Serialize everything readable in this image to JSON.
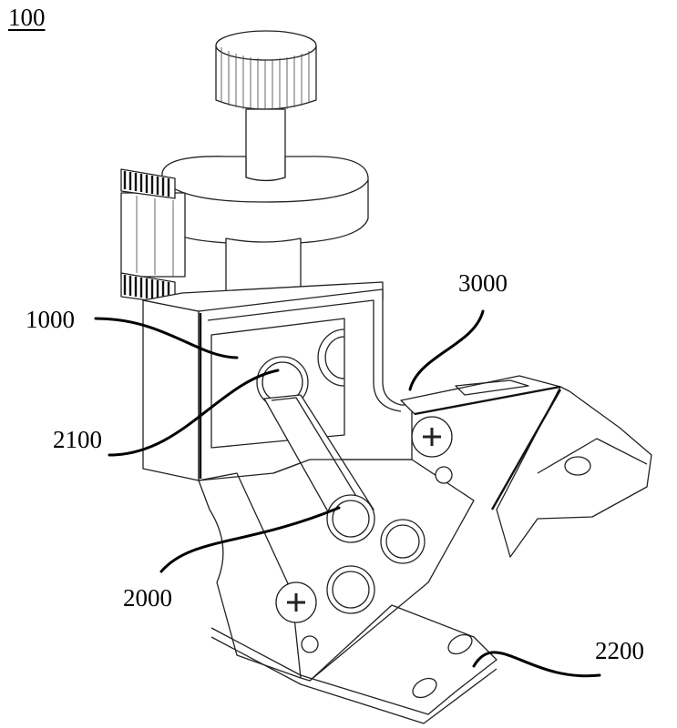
{
  "figure": {
    "number": "100",
    "type": "isometric line drawing of adjustment mechanism assembly"
  },
  "reference_labels": [
    {
      "id": "1000",
      "text": "1000",
      "target": "housing-block"
    },
    {
      "id": "2100",
      "text": "2100",
      "target": "upper-pivot-boss"
    },
    {
      "id": "3000",
      "text": "3000",
      "target": "bracket-plate"
    },
    {
      "id": "2000",
      "text": "2000",
      "target": "swing-arm"
    },
    {
      "id": "2200",
      "text": "2200",
      "target": "mounting-foot"
    }
  ],
  "colors": {
    "background": "#ffffff",
    "line": "#222222",
    "leader": "#000000"
  }
}
